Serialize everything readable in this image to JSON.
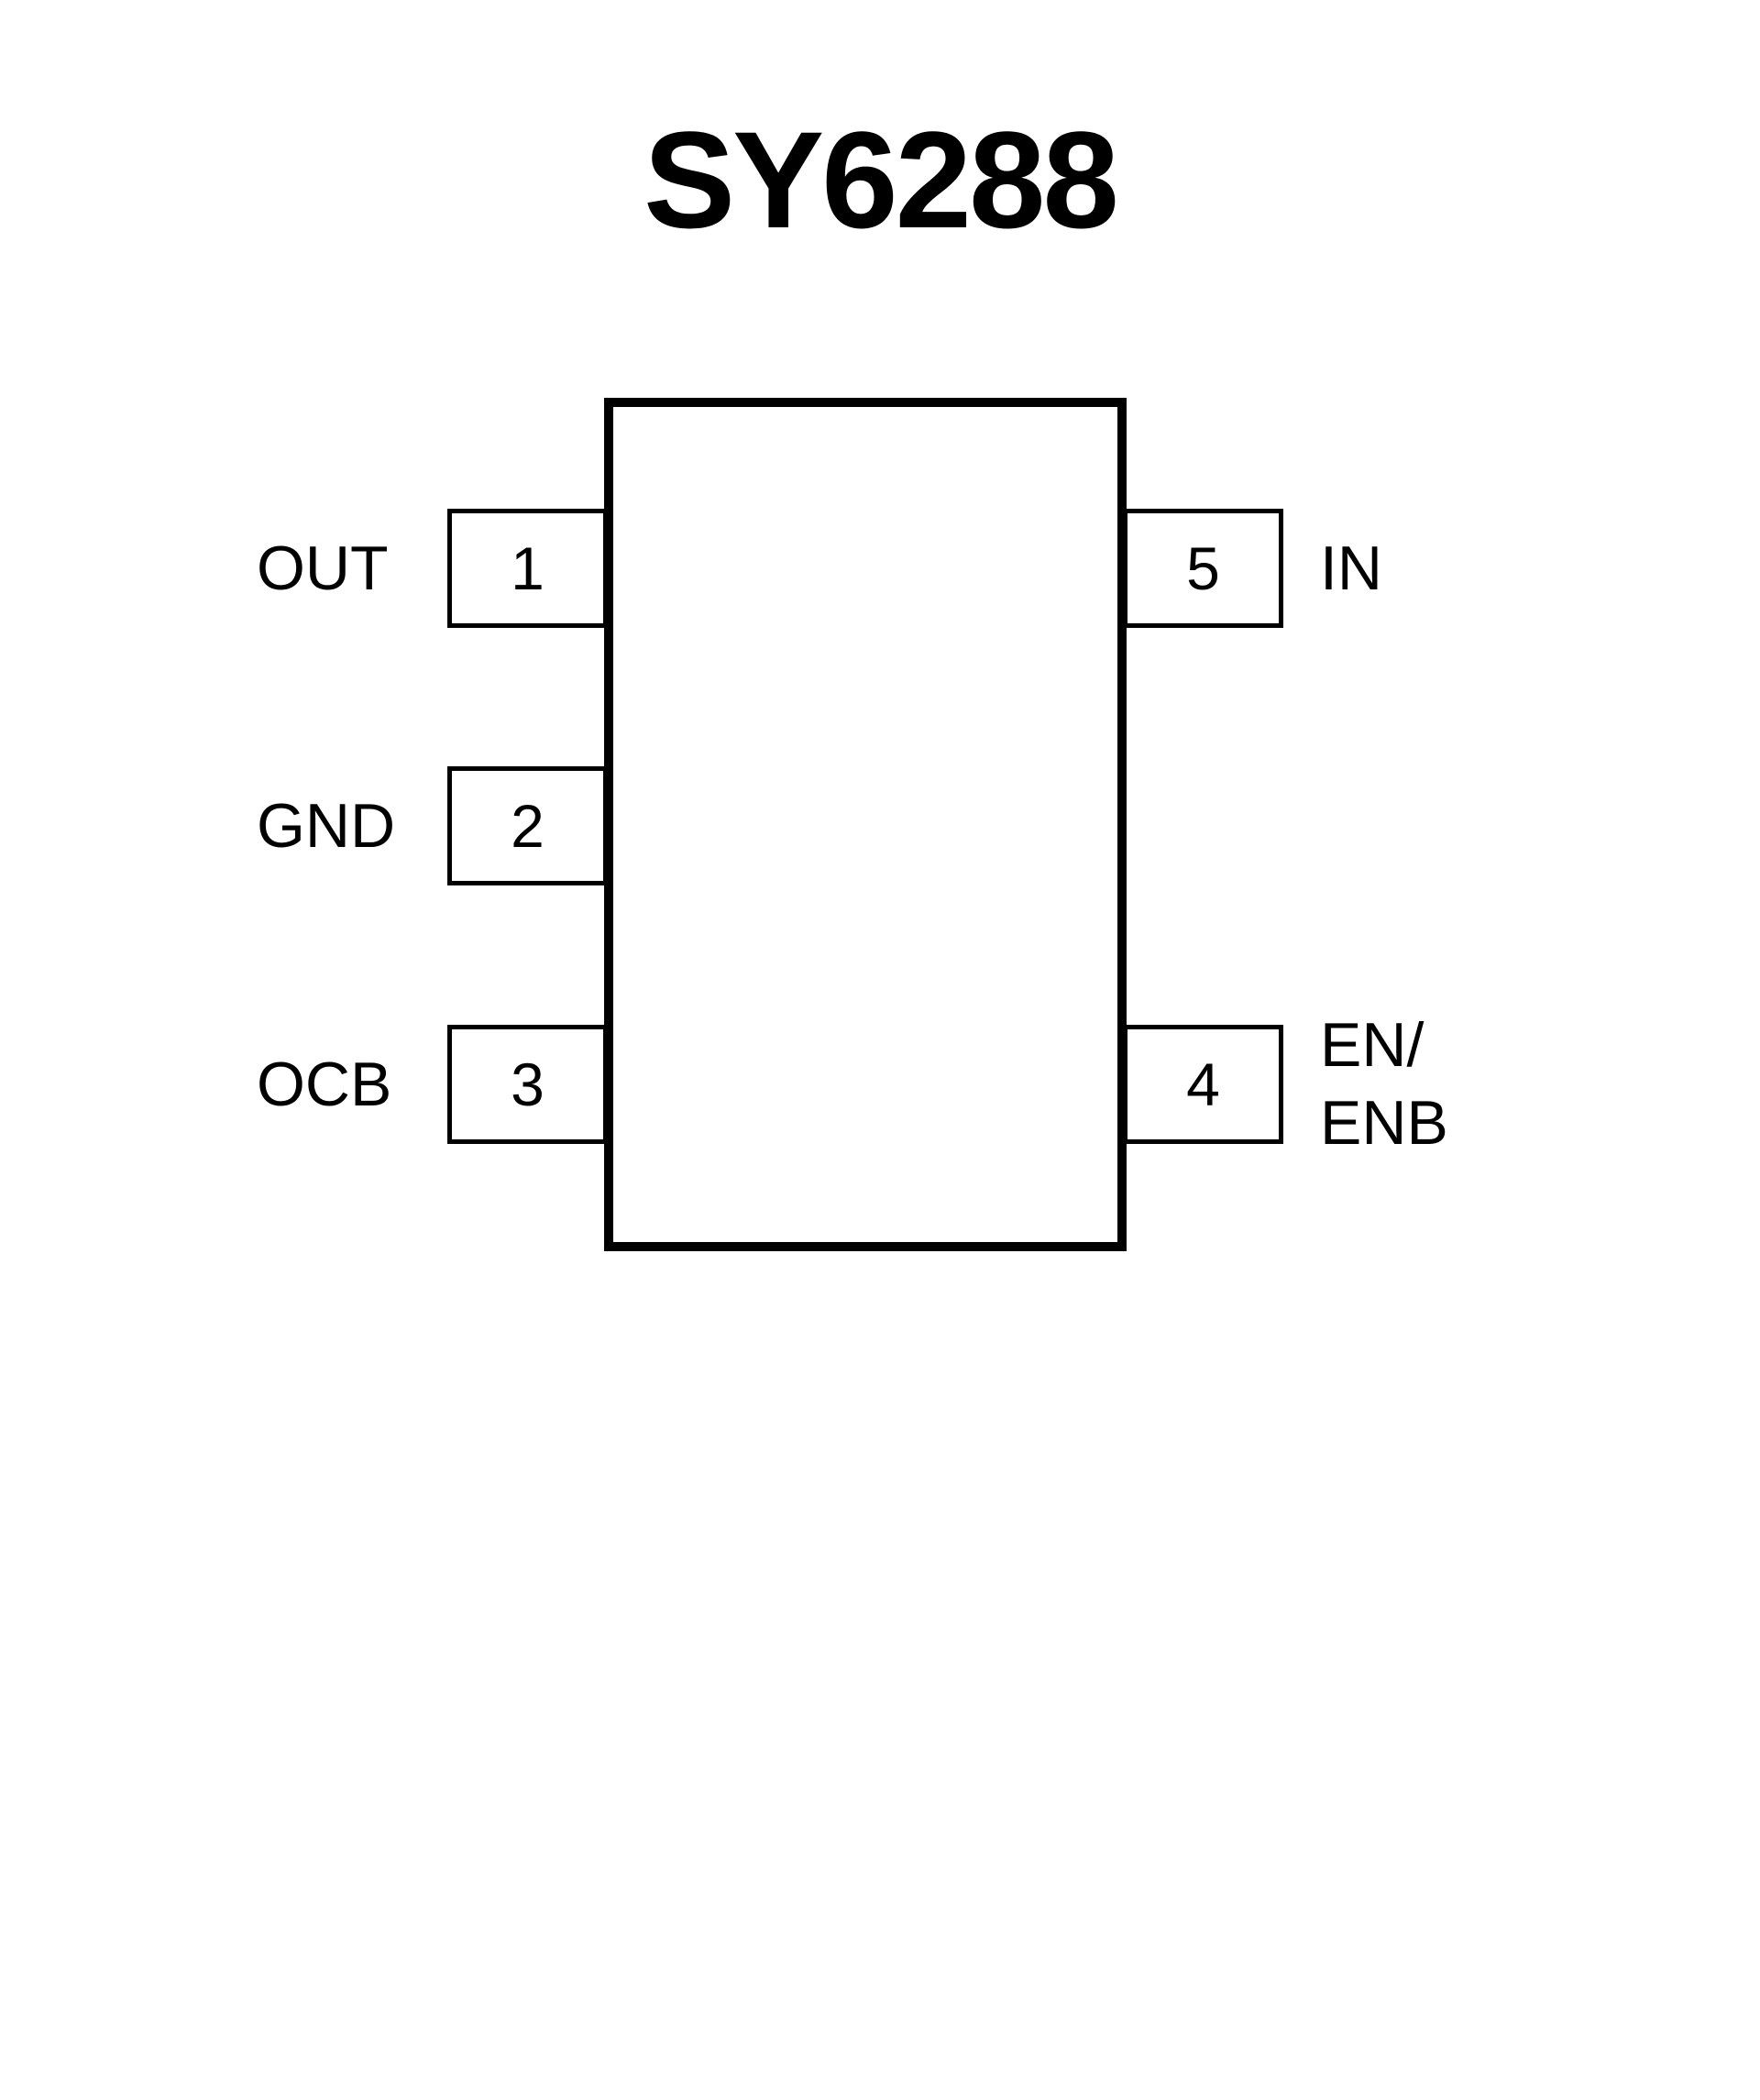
{
  "title": "SY6288",
  "colors": {
    "line": "#000000",
    "background": "#ffffff"
  },
  "chip": {
    "pins_left": [
      {
        "number": "1",
        "label": "OUT"
      },
      {
        "number": "2",
        "label": "GND"
      },
      {
        "number": "3",
        "label": "OCB"
      }
    ],
    "pins_right": [
      {
        "number": "5",
        "label": "IN"
      },
      {
        "number": "4",
        "label": "EN/\nENB"
      }
    ]
  }
}
